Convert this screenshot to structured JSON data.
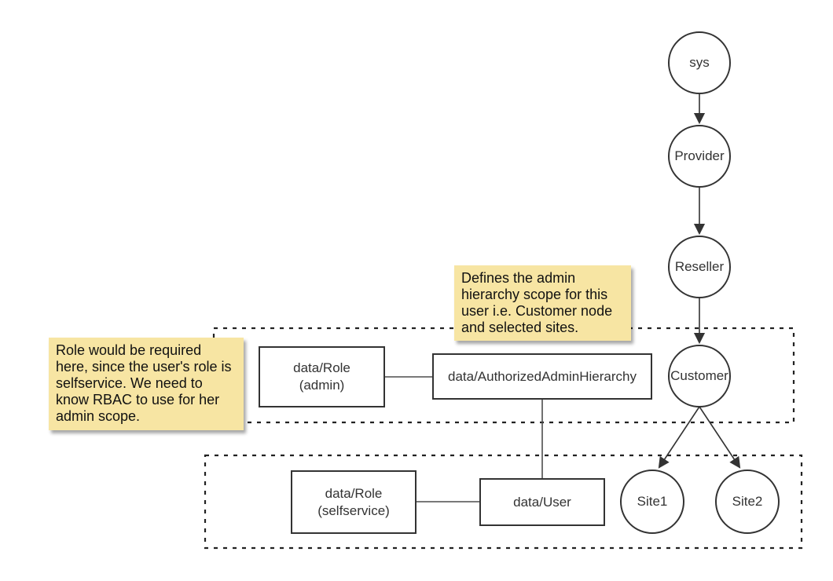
{
  "diagram": {
    "hierarchy_nodes": {
      "sys": {
        "label": "sys"
      },
      "provider": {
        "label": "Provider"
      },
      "reseller": {
        "label": "Reseller"
      },
      "customer": {
        "label": "Customer"
      },
      "site1": {
        "label": "Site1"
      },
      "site2": {
        "label": "Site2"
      }
    },
    "data_boxes": {
      "role_admin": {
        "label": "data/Role\n(admin)"
      },
      "authorized_admin_hierarchy": {
        "label": "data/AuthorizedAdminHierarchy"
      },
      "role_selfservice": {
        "label": "data/Role\n(selfservice)"
      },
      "user": {
        "label": "data/User"
      }
    },
    "notes": {
      "admin_hierarchy_note": {
        "text": "Defines the admin\nhierarchy scope for this\nuser i.e. Customer node\nand selected sites."
      },
      "role_required_note": {
        "text": "Role would be required\nhere, since the user's role is\nselfservice. We need to\nknow RBAC to use for her\nadmin scope."
      }
    },
    "colors": {
      "note_fill": "#f7e5a3",
      "shape_stroke": "#333333",
      "dashed_boundary": "#222222",
      "background": "#ffffff"
    }
  }
}
